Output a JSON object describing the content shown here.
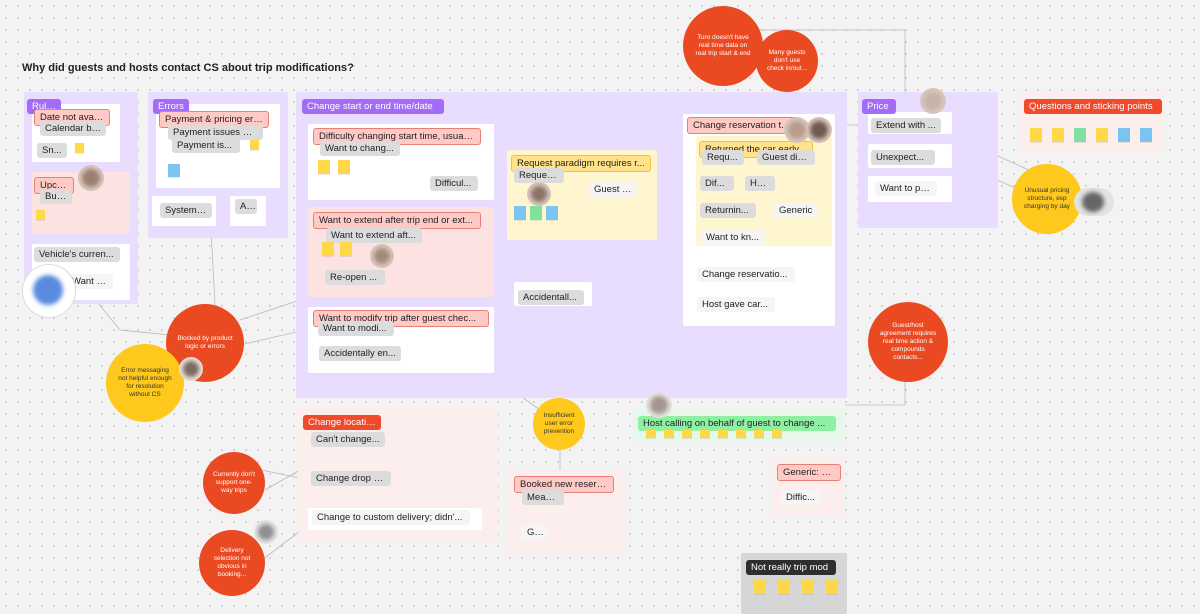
{
  "board_title": "Why did guests and hosts contact CS about trip modifications?",
  "sections": {
    "rules": {
      "title": "Rules",
      "labels": [
        "Date not avail...",
        "Calendar bl...",
        "Sn...",
        "Upcomi...",
        "But...",
        "Vehicle's curren...",
        "Want to ext..."
      ]
    },
    "errors": {
      "title": "Errors",
      "labels": [
        "Payment & pricing err...",
        "Payment issues & ...",
        "Payment is...",
        "System ...",
        "A..."
      ]
    },
    "change_time": {
      "title": "Change start or end time/date",
      "groups": {
        "difficulty": [
          "Difficulty changing start time, usuall...",
          "Want to chang...",
          "Difficul..."
        ],
        "extend": [
          "Want to extend after trip end or ext...",
          "Want to extend aft...",
          "Re-open ..."
        ],
        "modify": [
          "Want to modify trip after guest chec...",
          "Want to modi...",
          "Accidentally en..."
        ],
        "paradigm": [
          "Request paradigm requires r...",
          "Reques...",
          "Guest s..."
        ],
        "accidentally": "Accidentall...",
        "reservation": [
          "Change reservation t...",
          "Returned the car early",
          "Requ...",
          "Guest did...",
          "Dif...",
          "Ho...",
          "Returnin...",
          "Generic",
          "Want to kn...",
          "Change reservatio...",
          "Host gave car..."
        ]
      }
    },
    "price": {
      "title": "Price",
      "labels": [
        "Extend with ...",
        "Unexpect...",
        "Want to pa..."
      ]
    },
    "questions": {
      "title": "Questions and sticking points"
    },
    "change_location": {
      "title": "Change location",
      "labels": [
        "Can't change...",
        "Change drop o...",
        "Change to custom delivery; didn'..."
      ]
    },
    "booked_new": {
      "title": "Booked new reserv...",
      "labels": [
        "Meant...",
        "Ga..."
      ]
    },
    "host_calling": "Host calling on behalf of guest to change ...",
    "generic": {
      "title": "Generic: w...",
      "labels": [
        "Diffic..."
      ]
    },
    "not_trip_mod": "Not really trip mod"
  },
  "bubbles": {
    "turo_data": "Turo doesn't have real time data on real trip start & end",
    "many_guests": "Many guests don't use check in/out...",
    "unusual_pricing": "Unusual pricing structure, esp charging by day",
    "blocked": "Blocked by product logic or errors",
    "error_messaging": "Error messaging not helpful enough for resolution without CS",
    "insufficient": "Insufficient user error prevention",
    "agreement": "Guest/host agreement requires real time action & compounds contacts...",
    "one_way": "Currently don't support one-way trips",
    "delivery": "Delivery selection not obvious in booking..."
  },
  "colors": {
    "purple_section": "#e8ddff",
    "pink_section": "#fdeeee",
    "red_bubble": "#ea4a22",
    "yellow_bubble": "#ffc81c",
    "tag_purple": "#a46cf6",
    "tag_red": "#f04a2a"
  }
}
